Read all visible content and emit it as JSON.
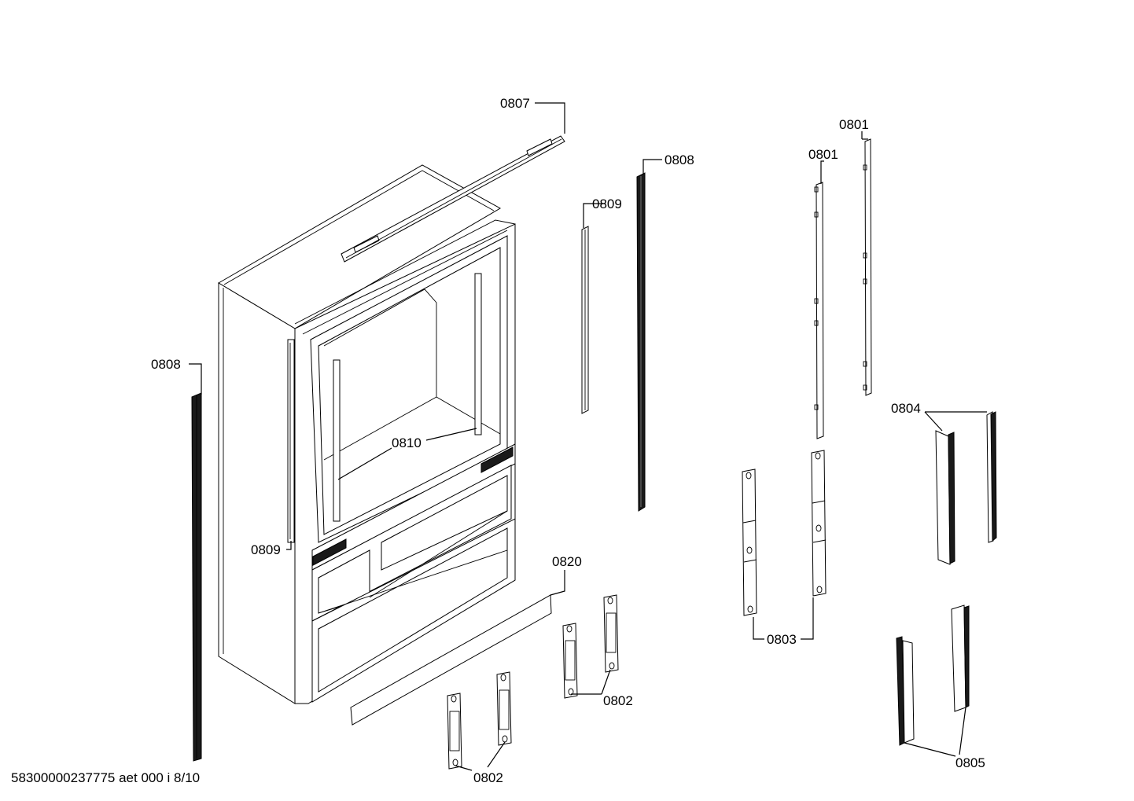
{
  "footer": {
    "document_code": "58300000237775 aet 000 i 8/10"
  },
  "callouts": {
    "c0807": "0807",
    "c0808_right": "0808",
    "c0809_right": "0809",
    "c0801_left": "0801",
    "c0801_right": "0801",
    "c0808_left": "0808",
    "c0810": "0810",
    "c0809_left": "0809",
    "c0804": "0804",
    "c0820": "0820",
    "c0803": "0803",
    "c0802_mid": "0802",
    "c0802_bottom": "0802",
    "c0805": "0805"
  },
  "colors": {
    "line": "#000000",
    "background": "#ffffff",
    "seal": "#1a1a1a"
  }
}
